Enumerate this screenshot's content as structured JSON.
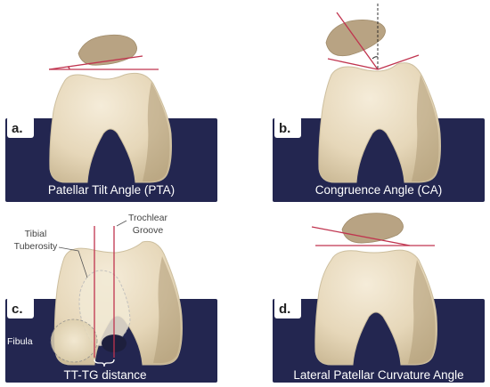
{
  "panels": [
    {
      "letter": "a.",
      "caption": "Patellar Tilt Angle (PTA)"
    },
    {
      "letter": "b.",
      "caption": "Congruence Angle (CA)"
    },
    {
      "letter": "c.",
      "caption": "TT-TG distance"
    },
    {
      "letter": "d.",
      "caption": "Lateral Patellar Curvature Angle"
    }
  ],
  "annotations": {
    "tibial_tuberosity": [
      "Tibial",
      "Tuberosity"
    ],
    "trochlear_groove": [
      "Trochlear",
      "Groove"
    ],
    "fibula": "Fibula"
  },
  "colors": {
    "panel_background": "#232650",
    "bone": "#e9dcc3",
    "patella": "#b8a383",
    "angle_lines": "#c0344f"
  }
}
